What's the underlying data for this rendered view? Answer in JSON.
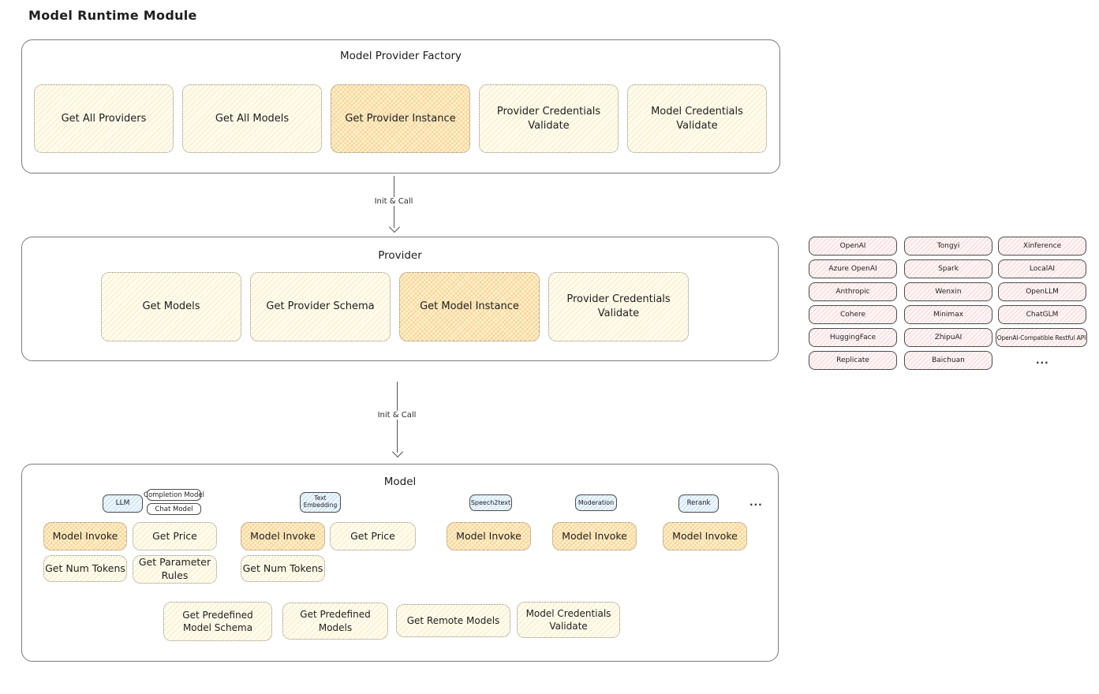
{
  "diagram": {
    "title": "Model Runtime Module",
    "arrow_label": "Init & Call",
    "more": "..."
  },
  "colors": {
    "yellow_fill": "#fff9e3",
    "orange_highlight_fill": "#f5b955",
    "pink_fill": "#ffecec",
    "blue_fill": "#dcecfa",
    "stroke": "#1e1e1e"
  },
  "factory": {
    "title": "Model Provider Factory",
    "buttons": [
      {
        "label": "Get All Providers",
        "highlighted": false
      },
      {
        "label": "Get All Models",
        "highlighted": false
      },
      {
        "label": "Get Provider Instance",
        "highlighted": true
      },
      {
        "label": "Provider Credentials Validate",
        "highlighted": false
      },
      {
        "label": "Model Credentials Validate",
        "highlighted": false
      }
    ]
  },
  "provider": {
    "title": "Provider",
    "buttons": [
      {
        "label": "Get Models",
        "highlighted": false
      },
      {
        "label": "Get Provider Schema",
        "highlighted": false
      },
      {
        "label": "Get Model Instance",
        "highlighted": true
      },
      {
        "label": "Provider Credentials Validate",
        "highlighted": false
      }
    ]
  },
  "providers": {
    "col1": [
      "OpenAI",
      "Azure OpenAI",
      "Anthropic",
      "Cohere",
      "HuggingFace",
      "Replicate"
    ],
    "col2": [
      "Tongyi",
      "Spark",
      "Wenxin",
      "Minimax",
      "ZhipuAI",
      "Baichuan"
    ],
    "col3": [
      "Xinference",
      "LocalAI",
      "OpenLLM",
      "ChatGLM",
      "OpenAI-Compatible Restful API"
    ],
    "more": "..."
  },
  "model": {
    "title": "Model",
    "types": [
      {
        "label": "LLM"
      },
      {
        "label": "Completion Model"
      },
      {
        "label": "Chat Model"
      },
      {
        "label": "Text Embedding"
      },
      {
        "label": "Speech2text"
      },
      {
        "label": "Moderation"
      },
      {
        "label": "Rerank"
      }
    ],
    "actions": {
      "invoke": "Model Invoke",
      "price": "Get Price",
      "num_tokens": "Get Num Tokens",
      "parameter_rules": "Get Parameter Rules"
    },
    "bottom": [
      "Get Predefined Model Schema",
      "Get Predefined Models",
      "Get Remote Models",
      "Model Credentials Validate"
    ],
    "more": "..."
  }
}
